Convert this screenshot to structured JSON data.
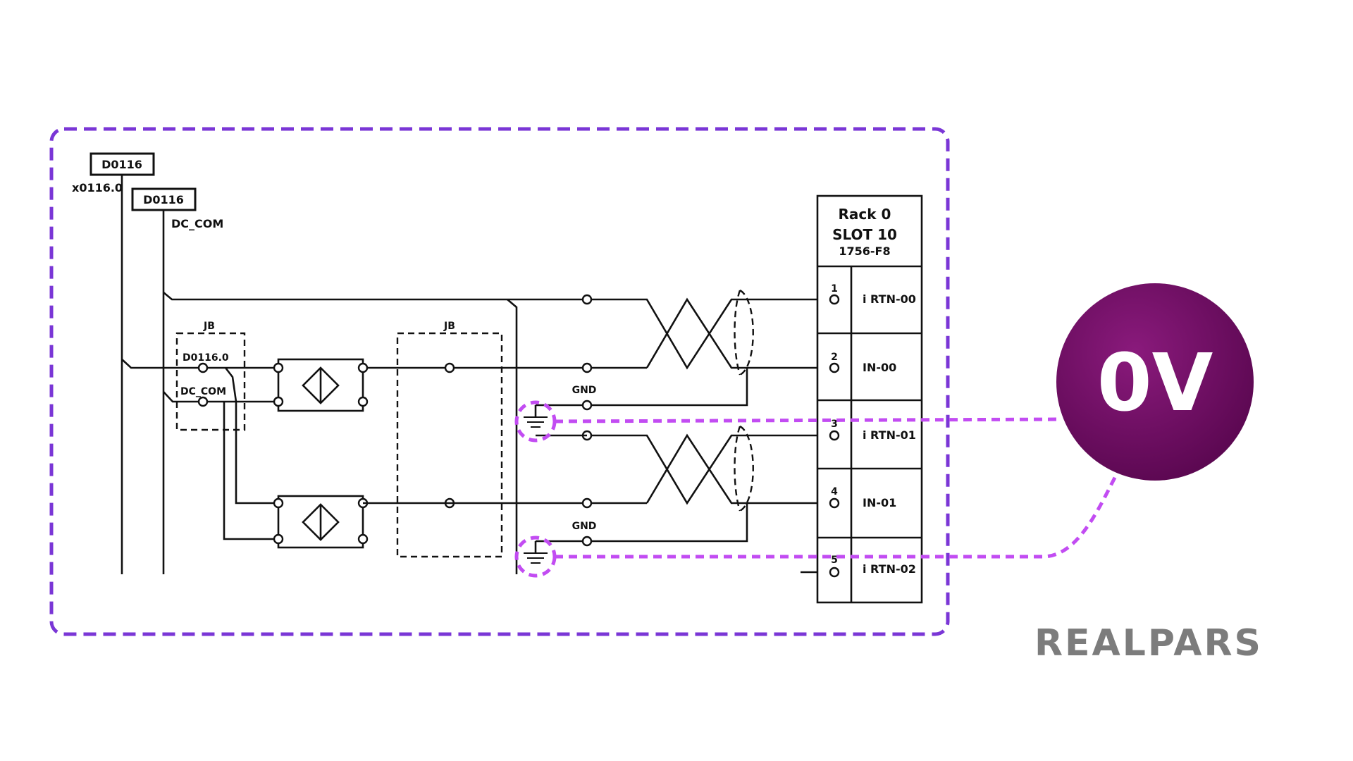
{
  "card_tags": {
    "top": "D0116",
    "second": "D0116"
  },
  "bus_labels": {
    "left": "x0116.0",
    "right": "DC_COM"
  },
  "junction_boxes": {
    "left": "JB",
    "right": "JB"
  },
  "jb_terminals": {
    "signal": "D0116.0",
    "common": "DC_COM"
  },
  "ground_labels": [
    "GND",
    "GND"
  ],
  "module": {
    "rack": "Rack 0",
    "slot": "SLOT 10",
    "model": "1756-F8",
    "terminals": [
      {
        "num": "1",
        "name": "i RTN-00"
      },
      {
        "num": "2",
        "name": "IN-00"
      },
      {
        "num": "3",
        "name": "i RTN-01"
      },
      {
        "num": "4",
        "name": "IN-01"
      },
      {
        "num": "5",
        "name": "i RTN-02"
      }
    ]
  },
  "callout": {
    "text": "0V",
    "color": "#6a0a5e"
  },
  "highlight_color": "#c24cf2",
  "frame_color": "#7a36d6",
  "logo": {
    "text": "REALPARS",
    "color": "#7c7c7c"
  }
}
